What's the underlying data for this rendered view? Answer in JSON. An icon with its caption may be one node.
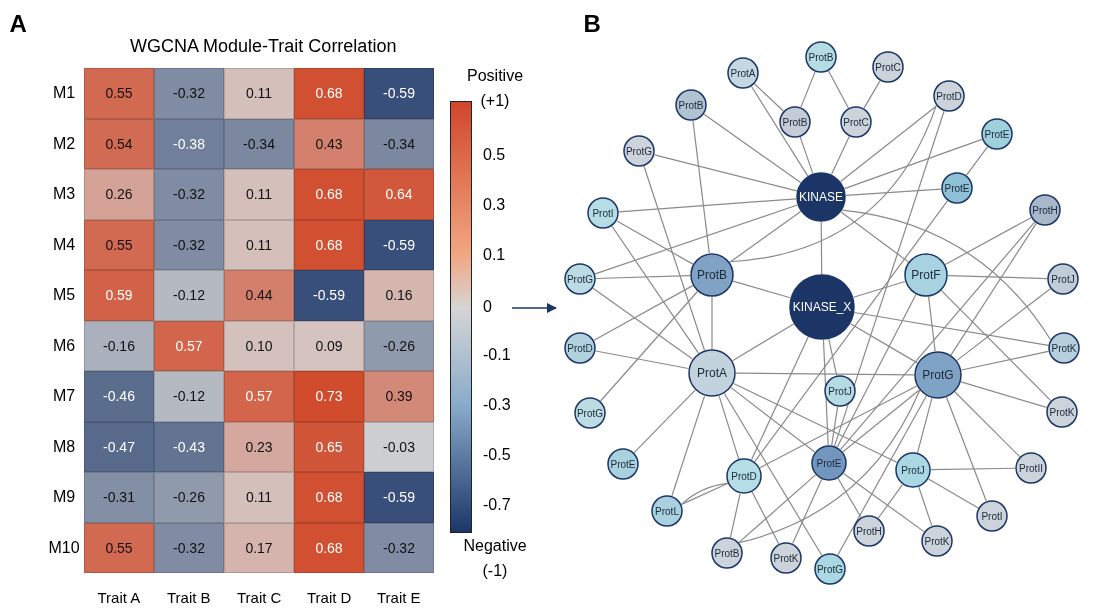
{
  "diagram": {
    "nodes": [
      {
        "text": [
          "ProtB"
        ]
      },
      {
        "text": [
          "ProtA"
        ]
      },
      {
        "text": [
          "ProtC"
        ]
      },
      {
        "text": [
          "ProtD"
        ]
      },
      {
        "text": [
          "ProtB"
        ]
      },
      {
        "text": [
          "ProtB"
        ]
      },
      {
        "text": [
          "ProtC"
        ]
      },
      {
        "text": [
          "ProtE"
        ]
      },
      {
        "text": [
          "ProtG"
        ]
      },
      {
        "text": [
          "KINASE"
        ]
      },
      {
        "text": [
          "ProtE"
        ]
      },
      {
        "text": [
          "ProtI"
        ]
      },
      {
        "text": [
          "ProtH"
        ]
      },
      {
        "text": [
          "ProtG"
        ]
      },
      {
        "text": [
          "ProtB"
        ]
      },
      {
        "text": [
          "KINASE_X"
        ]
      },
      {
        "text": [
          "ProtF"
        ]
      },
      {
        "text": [
          "ProtJ"
        ]
      },
      {
        "text": [
          "ProtD"
        ]
      },
      {
        "text": [
          "ProtK"
        ]
      },
      {
        "text": [
          "ProtA"
        ]
      },
      {
        "text": [
          "ProtG"
        ]
      },
      {
        "text": [
          "ProtJ"
        ]
      },
      {
        "text": [
          "ProtG"
        ]
      },
      {
        "text": [
          "ProtK"
        ]
      },
      {
        "text": [
          "ProtE"
        ]
      },
      {
        "text": [
          "ProtD"
        ]
      },
      {
        "text": [
          "ProtE"
        ]
      },
      {
        "text": [
          "ProtJ"
        ]
      },
      {
        "text": [
          "ProtII"
        ]
      },
      {
        "text": [
          "ProtL"
        ]
      },
      {
        "text": [
          "ProtI"
        ]
      },
      {
        "text": [
          "ProtB"
        ]
      },
      {
        "text": [
          "ProtH"
        ]
      },
      {
        "text": [
          "ProtK"
        ]
      },
      {
        "text": [
          "ProtK"
        ]
      },
      {
        "text": [
          "ProtG"
        ]
      }
    ],
    "edges": [
      {
        "from": 0,
        "to": 5,
        "arrow": "none"
      },
      {
        "from": 0,
        "to": 6,
        "arrow": "none"
      },
      {
        "from": 2,
        "to": 6,
        "arrow": "none"
      },
      {
        "from": 1,
        "to": 5,
        "arrow": "none"
      },
      {
        "from": 1,
        "to": 9,
        "arrow": "none"
      },
      {
        "from": 5,
        "to": 9,
        "arrow": "none"
      },
      {
        "from": 6,
        "to": 9,
        "arrow": "none"
      },
      {
        "from": 4,
        "to": 9,
        "arrow": "none"
      },
      {
        "from": 4,
        "to": 14,
        "arrow": "none"
      },
      {
        "from": 8,
        "to": 9,
        "arrow": "none"
      },
      {
        "from": 8,
        "to": 20,
        "arrow": "none"
      },
      {
        "from": 11,
        "to": 9,
        "arrow": "none"
      },
      {
        "from": 3,
        "to": 9,
        "arrow": "none"
      },
      {
        "from": 3,
        "to": 14,
        "arrow": "none"
      },
      {
        "from": 3,
        "to": 27,
        "arrow": "none"
      },
      {
        "from": 7,
        "to": 9,
        "arrow": "none"
      },
      {
        "from": 7,
        "to": 10,
        "arrow": "none"
      },
      {
        "from": 10,
        "to": 9,
        "arrow": "none"
      },
      {
        "from": 10,
        "to": 26,
        "arrow": "none"
      },
      {
        "from": 9,
        "to": 15,
        "arrow": "none"
      },
      {
        "from": 9,
        "to": 14,
        "arrow": "none"
      },
      {
        "from": 9,
        "to": 16,
        "arrow": "none"
      },
      {
        "from": 9,
        "to": 19,
        "arrow": "none"
      },
      {
        "from": 9,
        "to": 13,
        "arrow": "none"
      },
      {
        "from": 12,
        "to": 21,
        "arrow": "none"
      },
      {
        "from": 12,
        "to": 16,
        "arrow": "none"
      },
      {
        "from": 12,
        "to": 27,
        "arrow": "none"
      },
      {
        "from": 15,
        "to": 14,
        "arrow": "none"
      },
      {
        "from": 15,
        "to": 16,
        "arrow": "none"
      },
      {
        "from": 15,
        "to": 20,
        "arrow": "none"
      },
      {
        "from": 15,
        "to": 21,
        "arrow": "none"
      },
      {
        "from": 15,
        "to": 22,
        "arrow": "none"
      },
      {
        "from": 15,
        "to": 19,
        "arrow": "none"
      },
      {
        "from": 15,
        "to": 26,
        "arrow": "none"
      },
      {
        "from": 15,
        "to": 27,
        "arrow": "none"
      },
      {
        "from": 17,
        "to": 16,
        "arrow": "none"
      },
      {
        "from": 17,
        "to": 21,
        "arrow": "none"
      },
      {
        "from": 16,
        "to": 21,
        "arrow": "none"
      },
      {
        "from": 16,
        "to": 24,
        "arrow": "none"
      },
      {
        "from": 16,
        "to": 27,
        "arrow": "none"
      },
      {
        "from": 20,
        "to": 21,
        "arrow": "none"
      },
      {
        "from": 20,
        "to": 11,
        "arrow": "none"
      },
      {
        "from": 20,
        "to": 13,
        "arrow": "none"
      },
      {
        "from": 20,
        "to": 18,
        "arrow": "none"
      },
      {
        "from": 20,
        "to": 14,
        "arrow": "none"
      },
      {
        "from": 20,
        "to": 26,
        "arrow": "none"
      },
      {
        "from": 20,
        "to": 27,
        "arrow": "none"
      },
      {
        "from": 20,
        "to": 28,
        "arrow": "none"
      },
      {
        "from": 20,
        "to": 36,
        "arrow": "none"
      },
      {
        "from": 20,
        "to": 30,
        "arrow": "none"
      },
      {
        "from": 21,
        "to": 19,
        "arrow": "none"
      },
      {
        "from": 21,
        "to": 24,
        "arrow": "none"
      },
      {
        "from": 21,
        "to": 27,
        "arrow": "none"
      },
      {
        "from": 21,
        "to": 28,
        "arrow": "none"
      },
      {
        "from": 21,
        "to": 31,
        "arrow": "none"
      },
      {
        "from": 21,
        "to": 29,
        "arrow": "none"
      },
      {
        "from": 21,
        "to": 26,
        "arrow": "none"
      },
      {
        "from": 21,
        "to": 32,
        "arrow": "none"
      },
      {
        "from": 26,
        "to": 30,
        "arrow": "none"
      },
      {
        "from": 26,
        "to": 30,
        "arrow": "none"
      },
      {
        "from": 26,
        "to": 32,
        "arrow": "none"
      },
      {
        "from": 26,
        "to": 34,
        "arrow": "none"
      },
      {
        "from": 27,
        "to": 34,
        "arrow": "none"
      },
      {
        "from": 27,
        "to": 33,
        "arrow": "none"
      },
      {
        "from": 27,
        "to": 35,
        "arrow": "none"
      },
      {
        "from": 27,
        "to": 32,
        "arrow": "none"
      },
      {
        "from": 27,
        "to": 22,
        "arrow": "none"
      },
      {
        "from": 28,
        "to": 29,
        "arrow": "none"
      },
      {
        "from": 28,
        "to": 31,
        "arrow": "none"
      },
      {
        "from": 28,
        "to": 33,
        "arrow": "none"
      },
      {
        "from": 28,
        "to": 35,
        "arrow": "none"
      },
      {
        "from": 36,
        "to": 21,
        "arrow": "none"
      },
      {
        "from": 14,
        "to": 13,
        "arrow": "none"
      },
      {
        "from": 14,
        "to": 18,
        "arrow": "none"
      },
      {
        "from": 11,
        "to": 14,
        "arrow": "none"
      },
      {
        "from": 14,
        "to": 23,
        "arrow": "none"
      },
      {
        "from": 25,
        "to": 20,
        "arrow": "none"
      }
    ],
    "labels": [
      "A",
      "B",
      "WGCNA Module-Trait Correlation",
      "Positive",
      "(+1)",
      "M1",
      "0.55",
      "-0.32",
      "0.11",
      "0.68",
      "-0.59",
      "M2",
      "0.54",
      "-0.38",
      "-0.34",
      "0.43",
      "-0.34",
      "M3",
      "0.26",
      "-0.32",
      "0.11",
      "0.68",
      "0.64",
      "M4",
      "0.55",
      "-0.32",
      "0.11",
      "0.68",
      "-0.59",
      "M5",
      "0.59",
      "-0.12",
      "0.44",
      "-0.59",
      "0.16",
      "M6",
      "-0.16",
      "0.57",
      "0.10",
      "0.09",
      "-0.26",
      "M7",
      "-0.46",
      "-0.12",
      "0.57",
      "0.73",
      "0.39",
      "M8",
      "-0.47",
      "-0.43",
      "0.23",
      "0.65",
      "-0.03",
      "M9",
      "-0.31",
      "-0.26",
      "0.11",
      "0.68",
      "-0.59",
      "M10",
      "0.55",
      "-0.32",
      "0.17",
      "0.68",
      "-0.32",
      "Trait A",
      "Trait B",
      "Trait C",
      "Trait D",
      "Trait E",
      "0.5",
      "0.3",
      "0.1",
      "0",
      "-0.1",
      "-0.3",
      "-0.5",
      "-0.7",
      "Negative",
      "(-1)"
    ]
  }
}
